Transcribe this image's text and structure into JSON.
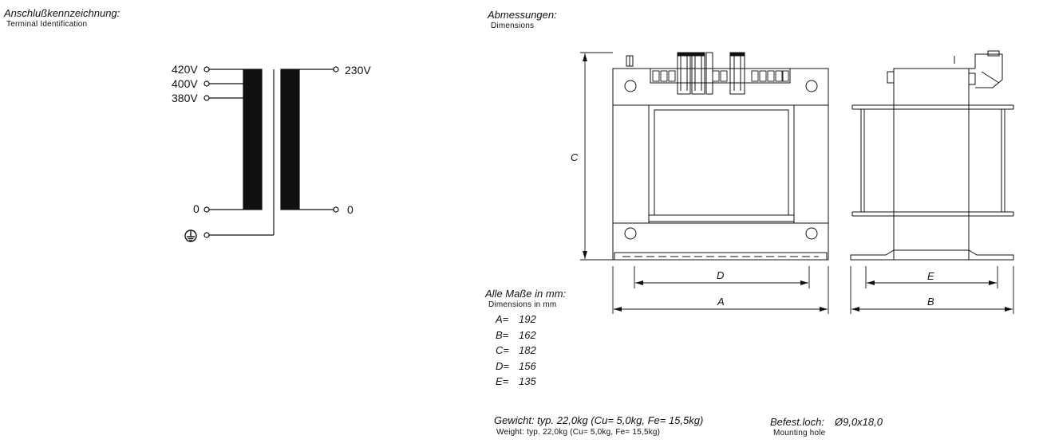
{
  "terminal": {
    "title_de": "Anschlußkennzeichnung:",
    "title_en": "Terminal Identification",
    "primary_taps": [
      "420V",
      "400V",
      "380V"
    ],
    "primary_zero": "0",
    "secondary_tap": "230V",
    "secondary_zero": "0",
    "earth_symbol": "earth-ground-icon"
  },
  "dimensions": {
    "title_de": "Abmessungen:",
    "title_en": "Dimensions",
    "drawing_labels": {
      "c": "C",
      "d": "D",
      "a": "A",
      "e": "E",
      "b": "B"
    },
    "units_de": "Alle Maße in mm:",
    "units_en": "Dimensions in mm",
    "values": [
      {
        "key": "A=",
        "value": "192"
      },
      {
        "key": "B=",
        "value": "162"
      },
      {
        "key": "C=",
        "value": "182"
      },
      {
        "key": "D=",
        "value": "156"
      },
      {
        "key": "E=",
        "value": "135"
      }
    ]
  },
  "weight": {
    "de": "Gewicht: typ. 22,0kg (Cu= 5,0kg, Fe= 15,5kg)",
    "en": "Weight: typ. 22,0kg (Cu= 5,0kg, Fe= 15,5kg)"
  },
  "mounting": {
    "de": "Befest.loch:",
    "value": "Ø9,0x18,0",
    "en": "Mounting hole"
  }
}
